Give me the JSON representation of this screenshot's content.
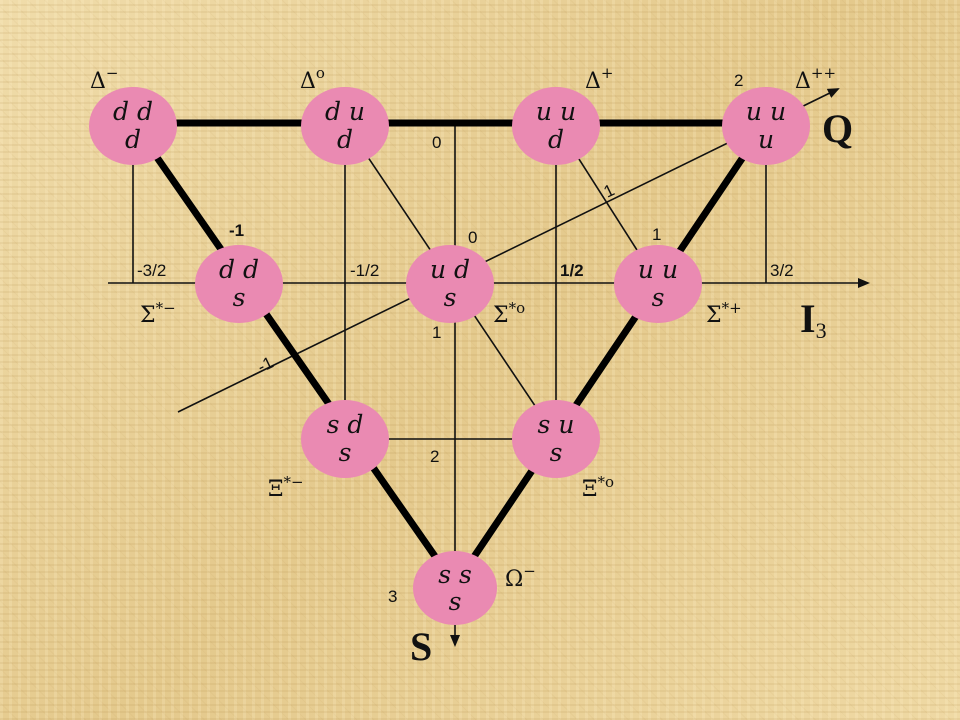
{
  "axes": {
    "q": "Q",
    "i3": "I",
    "i3_sub": "3",
    "s": "S"
  },
  "particles": {
    "delta_minus": {
      "top": "d d",
      "bottom": "d",
      "label": "Δ",
      "sup": "−"
    },
    "delta_zero": {
      "top": "d u",
      "bottom": "d",
      "label": "Δ",
      "sup": "o"
    },
    "delta_plus": {
      "top": "u u",
      "bottom": "d",
      "label": "Δ",
      "sup": "+"
    },
    "delta_plusplus": {
      "top": "u u",
      "bottom": "u",
      "label": "Δ",
      "sup": "++"
    },
    "sigma_minus": {
      "top": "d d",
      "bottom": "s",
      "label": "Σ",
      "sup": "*−"
    },
    "sigma_zero": {
      "top": "u d",
      "bottom": "s",
      "label": "Σ",
      "sup": "*o"
    },
    "sigma_plus": {
      "top": "u u",
      "bottom": "s",
      "label": "Σ",
      "sup": "*+"
    },
    "xi_minus": {
      "top": "s d",
      "bottom": "s",
      "label": "Ξ",
      "sup": "*−"
    },
    "xi_zero": {
      "top": "s u",
      "bottom": "s",
      "label": "Ξ",
      "sup": "*o"
    },
    "omega_minus": {
      "top": "s s",
      "bottom": "s",
      "label": "Ω",
      "sup": "−"
    }
  },
  "ticks": {
    "i3_m3_2": "-3/2",
    "i3_m1_2": "-1/2",
    "i3_p1_2": "1/2",
    "i3_p3_2": "3/2",
    "s_0": "0",
    "s_1": "1",
    "s_2": "2",
    "s_3": "3",
    "q_m1a": "-1",
    "q_m1b": "-1",
    "q_0": "0",
    "q_1a": "1",
    "q_1b": "1",
    "q_2": "2"
  }
}
